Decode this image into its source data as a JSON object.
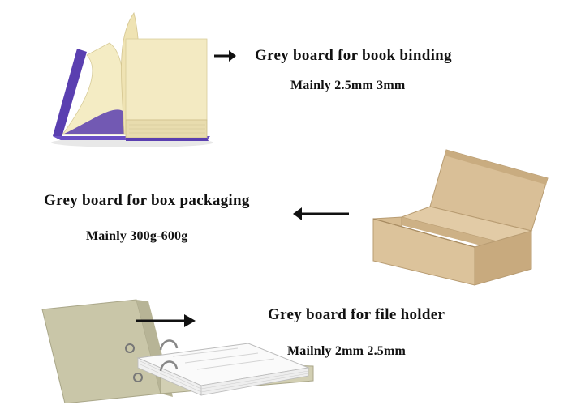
{
  "sections": [
    {
      "title": "Grey board for book binding",
      "detail": "Mainly 2.5mm 3mm",
      "image_icon": "open-book-icon",
      "arrow_direction": "right"
    },
    {
      "title": "Grey board for box packaging",
      "detail": "Mainly 300g-600g",
      "image_icon": "cardboard-box-icon",
      "arrow_direction": "left"
    },
    {
      "title": "Grey board for file holder",
      "detail": "Mailnly 2mm 2.5mm",
      "image_icon": "file-binder-icon",
      "arrow_direction": "right"
    }
  ],
  "colors": {
    "book_cover": "#5a3fb0",
    "page_cream": "#f4ecc4",
    "kraft": "#d9bf97",
    "binder_grey": "#c9c6a8",
    "text": "#111111"
  }
}
